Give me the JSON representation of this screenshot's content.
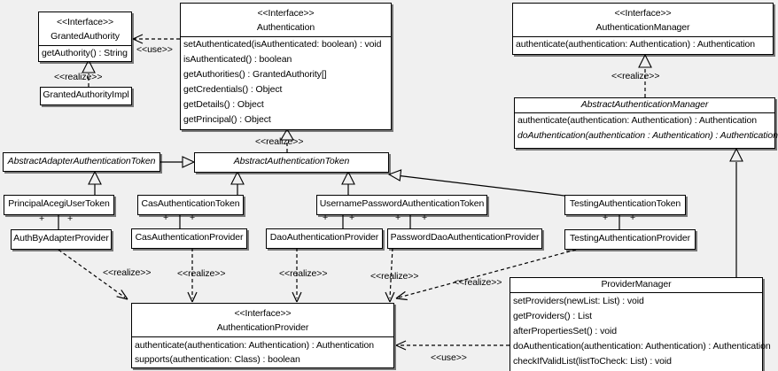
{
  "diagram": {
    "labels": {
      "use": "<<use>>",
      "realize": "<<realize>>",
      "plus": "+"
    },
    "colors": {
      "background": "#f0f0f0",
      "boxFill": "#ffffff",
      "line": "#000000"
    },
    "classes": {
      "grantedAuthority": {
        "stereotype": "<<Interface>>",
        "name": "GrantedAuthority",
        "methods": [
          "getAuthority() : String"
        ]
      },
      "grantedAuthorityImpl": {
        "name": "GrantedAuthorityImpl"
      },
      "authentication": {
        "stereotype": "<<Interface>>",
        "name": "Authentication",
        "methods": [
          "setAuthenticated(isAuthenticated: boolean) : void",
          "isAuthenticated() : boolean",
          "getAuthorities() : GrantedAuthority[]",
          "getCredentials() : Object",
          "getDetails() : Object",
          "getPrincipal() : Object"
        ]
      },
      "authenticationManager": {
        "stereotype": "<<Interface>>",
        "name": "AuthenticationManager",
        "methods": [
          "authenticate(authentication: Authentication) : Authentication"
        ]
      },
      "abstractAuthenticationManager": {
        "name": "AbstractAuthenticationManager",
        "methods": [
          "authenticate(authentication: Authentication) : Authentication",
          "doAuthentication(authentication : Authentication) : Authentication"
        ]
      },
      "abstractAdapterAuthenticationToken": {
        "name": "AbstractAdapterAuthenticationToken"
      },
      "abstractAuthenticationToken": {
        "name": "AbstractAuthenticationToken"
      },
      "principalAcegiUserToken": {
        "name": "PrincipalAcegiUserToken"
      },
      "casAuthenticationToken": {
        "name": "CasAuthenticationToken"
      },
      "usernamePasswordAuthenticationToken": {
        "name": "UsernamePasswordAuthenticationToken"
      },
      "testingAuthenticationToken": {
        "name": "TestingAuthenticationToken"
      },
      "authByAdapterProvider": {
        "name": "AuthByAdapterProvider"
      },
      "casAuthenticationProvider": {
        "name": "CasAuthenticationProvider"
      },
      "daoAuthenticationProvider": {
        "name": "DaoAuthenticationProvider"
      },
      "passwordDaoAuthenticationProvider": {
        "name": "PasswordDaoAuthenticationProvider"
      },
      "testingAuthenticationProvider": {
        "name": "TestingAuthenticationProvider"
      },
      "authenticationProvider": {
        "stereotype": "<<Interface>>",
        "name": "AuthenticationProvider",
        "methods": [
          "authenticate(authentication: Authentication) : Authentication",
          "supports(authentication: Class) : boolean"
        ]
      },
      "providerManager": {
        "name": "ProviderManager",
        "methods": [
          "setProviders(newList: List) : void",
          "getProviders() : List",
          "afterPropertiesSet() : void",
          "doAuthentication(authentication: Authentication) : Authentication",
          "checkIfValidList(listToCheck: List) : void"
        ]
      }
    }
  }
}
